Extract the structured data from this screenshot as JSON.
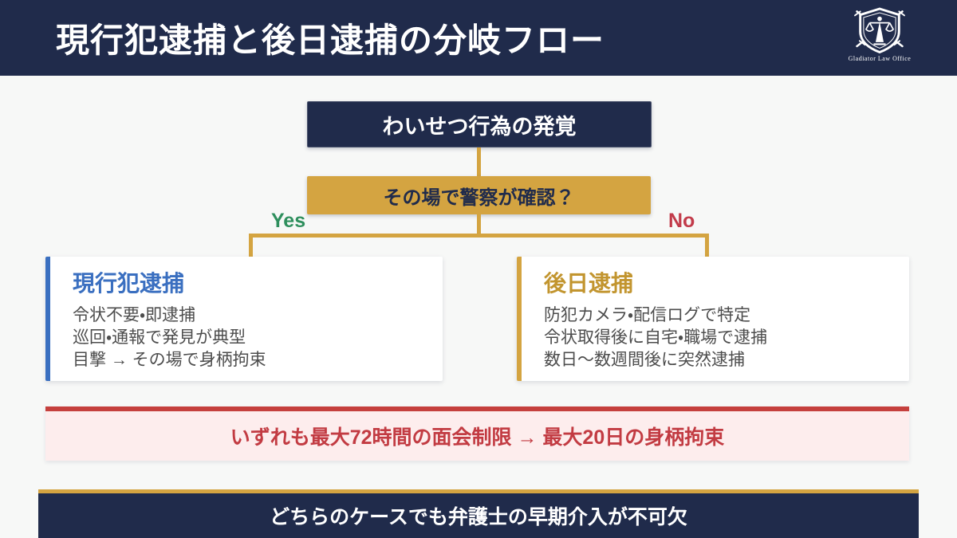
{
  "header": {
    "title": "現行犯逮捕と後日逮捕の分岐フロー",
    "logo_text": "Gladiator Law Office"
  },
  "flow": {
    "start": {
      "label": "わいせつ行為の発覚"
    },
    "decision": {
      "label": "その場で警察が確認？"
    },
    "branches": {
      "yes": "Yes",
      "no": "No"
    },
    "current_arrest": {
      "title": "現行犯逮捕",
      "lines": [
        "令状不要・即逮捕",
        "巡回・通報で発見が典型",
        "目撃 → その場で身柄拘束"
      ]
    },
    "later_arrest": {
      "title": "後日逮捕",
      "lines": [
        "防犯カメラ・配信ログで特定",
        "令状取得後に自宅・職場で逮捕",
        "数日〜数週間後に突然逮捕"
      ]
    }
  },
  "warning": {
    "text": "いずれも最大72時間の面会制限 → 最大20日の身柄拘束"
  },
  "footer": {
    "text": "どちらのケースでも弁護士の早期介入が不可欠"
  },
  "colors": {
    "navy": "#202b4b",
    "gold": "#d4a441",
    "blue_accent": "#3a6fc0",
    "gold_text": "#c2952f",
    "yes_green": "#2e8f5d",
    "no_red": "#c23b4a",
    "warning_border": "#c5403d",
    "warning_text": "#c23b42",
    "warning_bg": "#fdeded",
    "page_bg": "#f7f8f7"
  }
}
